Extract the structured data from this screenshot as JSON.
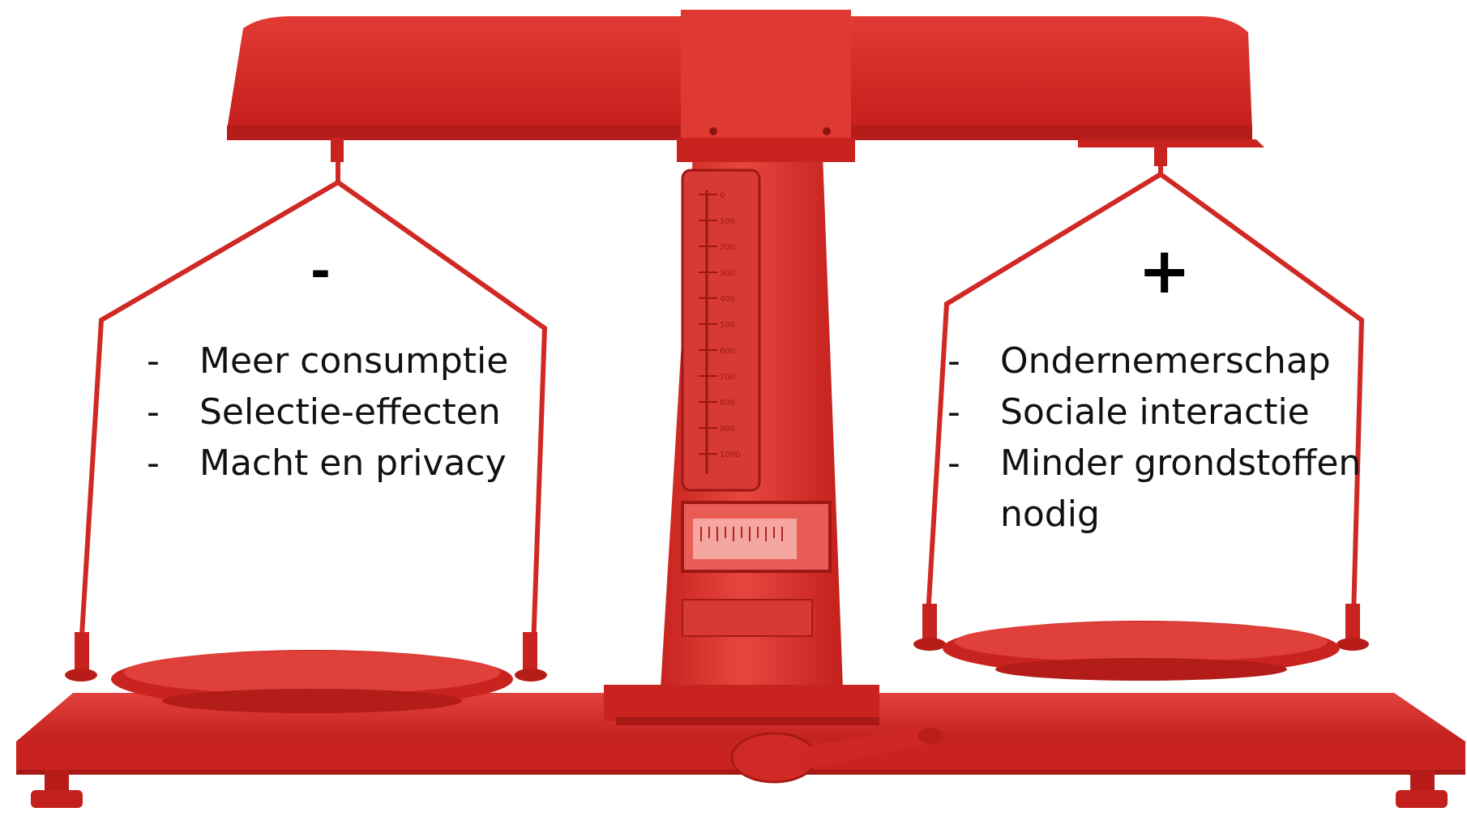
{
  "balance": {
    "left_pan": {
      "sign": "-",
      "items": [
        "Meer consumptie",
        "Selectie-effecten",
        "Macht en privacy"
      ]
    },
    "right_pan": {
      "sign": "+",
      "items": [
        "Ondernemerschap",
        "Sociale interactie",
        "Minder grondstoffen nodig"
      ]
    }
  },
  "bullet": "-",
  "scale": {
    "color": "#d62b28",
    "dial_ticks": [
      "0",
      "100",
      "200",
      "300",
      "400",
      "500",
      "600",
      "700",
      "800",
      "900",
      "1000"
    ]
  }
}
